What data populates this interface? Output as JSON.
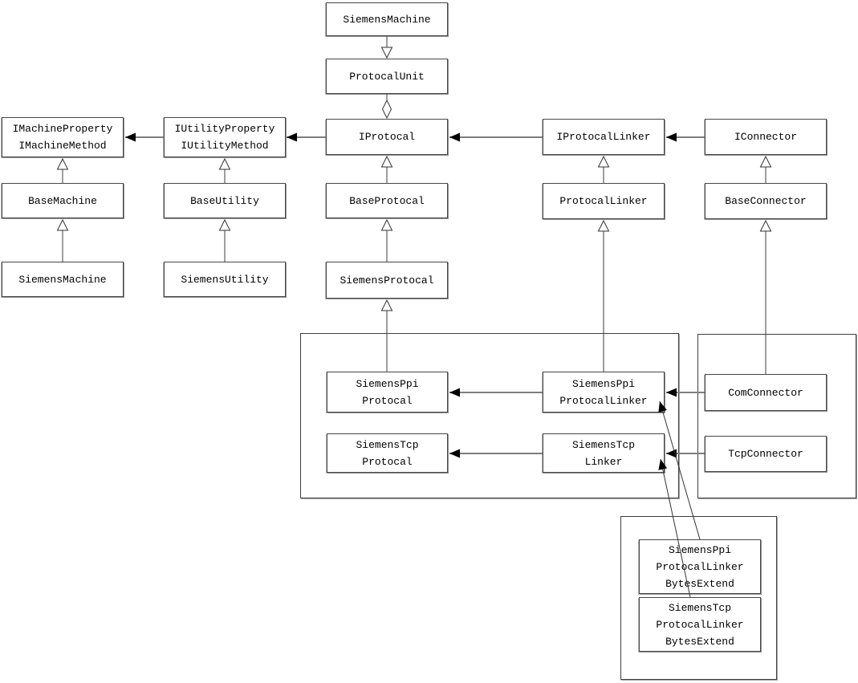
{
  "diagram": {
    "type": "uml-class-diagram",
    "colors": {
      "background": "#ffffff",
      "box_border": "#474747",
      "association_line": "#7d7d7d",
      "generalization_line": "#3d3d3d",
      "arrowhead_fill": "#000000",
      "text": "#000000"
    },
    "nodes": {
      "siemensMachineTop": {
        "label": "SiemensMachine"
      },
      "protocalUnit": {
        "label": "ProtocalUnit"
      },
      "iprotocal": {
        "label": "IProtocal"
      },
      "imachine": {
        "label": "IMachineProperty\nIMachineMethod"
      },
      "iutility": {
        "label": "IUtilityProperty\nIUtilityMethod"
      },
      "baseMachine": {
        "label": "BaseMachine"
      },
      "baseUtility": {
        "label": "BaseUtility"
      },
      "baseProtocal": {
        "label": "BaseProtocal"
      },
      "siemensMachine": {
        "label": "SiemensMachine"
      },
      "siemensUtility": {
        "label": "SiemensUtility"
      },
      "siemensProtocal": {
        "label": "SiemensProtocal"
      },
      "iprotocalLinker": {
        "label": "IProtocalLinker"
      },
      "protocalLinker": {
        "label": "ProtocalLinker"
      },
      "iconnector": {
        "label": "IConnector"
      },
      "baseConnector": {
        "label": "BaseConnector"
      },
      "siemensPpiProtocal": {
        "label": "SiemensPpi\nProtocal"
      },
      "siemensPpiProtocalLinker": {
        "label": "SiemensPpi\nProtocalLinker"
      },
      "siemensTcpProtocal": {
        "label": "SiemensTcp\nProtocal"
      },
      "siemensTcpLinker": {
        "label": "SiemensTcp\nLinker"
      },
      "comConnector": {
        "label": "ComConnector"
      },
      "tcpConnector": {
        "label": "TcpConnector"
      },
      "ppiBytesExtend": {
        "label": "SiemensPpi\nProtocalLinker\nBytesExtend"
      },
      "tcpBytesExtend": {
        "label": "SiemensTcp\nProtocalLinker\nBytesExtend"
      }
    },
    "edges": [
      {
        "from": "SiemensMachine(top)",
        "to": "ProtocalUnit",
        "kind": "hollow-triangle-down"
      },
      {
        "from": "ProtocalUnit",
        "to": "IProtocal",
        "kind": "hollow-diamond"
      },
      {
        "from": "IProtocal",
        "to": "IUtilityProperty/IUtilityMethod",
        "kind": "solid-arrow"
      },
      {
        "from": "IUtilityProperty/IUtilityMethod",
        "to": "IMachineProperty/IMachineMethod",
        "kind": "solid-arrow"
      },
      {
        "from": "IProtocalLinker",
        "to": "IProtocal",
        "kind": "solid-arrow"
      },
      {
        "from": "IConnector",
        "to": "IProtocalLinker",
        "kind": "solid-arrow"
      },
      {
        "from": "BaseMachine",
        "to": "IMachineProperty/IMachineMethod",
        "kind": "generalization"
      },
      {
        "from": "SiemensMachine",
        "to": "BaseMachine",
        "kind": "generalization"
      },
      {
        "from": "BaseUtility",
        "to": "IUtilityProperty/IUtilityMethod",
        "kind": "generalization"
      },
      {
        "from": "SiemensUtility",
        "to": "BaseUtility",
        "kind": "generalization"
      },
      {
        "from": "BaseProtocal",
        "to": "IProtocal",
        "kind": "generalization"
      },
      {
        "from": "SiemensProtocal",
        "to": "BaseProtocal",
        "kind": "generalization"
      },
      {
        "from": "SiemensPpiProtocal",
        "to": "SiemensProtocal",
        "kind": "generalization"
      },
      {
        "from": "ProtocalLinker",
        "to": "IProtocalLinker",
        "kind": "generalization"
      },
      {
        "from": "SiemensPpiProtocalLinker",
        "to": "ProtocalLinker",
        "kind": "generalization"
      },
      {
        "from": "BaseConnector",
        "to": "IConnector",
        "kind": "generalization"
      },
      {
        "from": "ComConnector",
        "to": "BaseConnector",
        "kind": "generalization"
      },
      {
        "from": "SiemensPpiProtocalLinker",
        "to": "SiemensPpiProtocal",
        "kind": "solid-arrow"
      },
      {
        "from": "SiemensTcpLinker",
        "to": "SiemensTcpProtocal",
        "kind": "solid-arrow"
      },
      {
        "from": "ComConnector",
        "to": "SiemensPpiProtocalLinker",
        "kind": "solid-arrow"
      },
      {
        "from": "TcpConnector",
        "to": "SiemensTcpLinker",
        "kind": "solid-arrow"
      },
      {
        "from": "SiemensPpiProtocalLinkerBytesExtend",
        "to": "SiemensPpiProtocalLinker",
        "kind": "solid-arrow"
      },
      {
        "from": "SiemensTcpProtocalLinkerBytesExtend",
        "to": "SiemensTcpLinker",
        "kind": "solid-arrow"
      }
    ]
  }
}
